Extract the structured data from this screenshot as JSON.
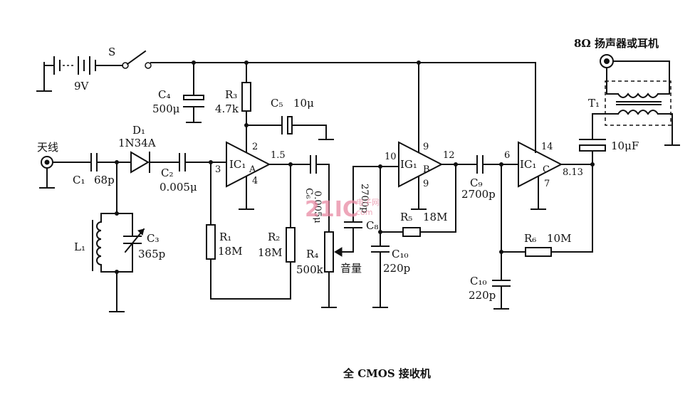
{
  "caption": "全 CMOS 接收机",
  "watermark": {
    "brand": "21IC",
    "site": "电子网",
    "domain": "com"
  },
  "labels": {
    "battery": "9V",
    "switch": "S",
    "antenna": "天线",
    "speaker": "8Ω 扬声器或耳机",
    "transformer": "T₁",
    "volume": "音量"
  },
  "components": {
    "C1": {
      "name": "C₁",
      "value": "68p"
    },
    "D1": {
      "name": "D₁",
      "value": "1N34A"
    },
    "C2": {
      "name": "C₂",
      "value": "0.005μ"
    },
    "L1": {
      "name": "L₁"
    },
    "C3": {
      "name": "C₃",
      "value": "365p"
    },
    "C4": {
      "name": "C₄",
      "value": "500μ"
    },
    "R3": {
      "name": "R₃",
      "value": "4.7k"
    },
    "C5": {
      "name": "C₅",
      "value": "10μ"
    },
    "R1": {
      "name": "R₁",
      "value": "18M"
    },
    "R2": {
      "name": "R₂",
      "value": "18M"
    },
    "C6": {
      "name": "C₆",
      "value": "0.005μ"
    },
    "R4": {
      "name": "R₄",
      "value": "500k"
    },
    "C8": {
      "name": "C₈",
      "value": "2700p"
    },
    "R5": {
      "name": "R₅",
      "value": "18M"
    },
    "C10a": {
      "name": "C₁₀",
      "value": "220p"
    },
    "C9": {
      "name": "C₉",
      "value": "2700p"
    },
    "R6": {
      "name": "R₆",
      "value": "10M"
    },
    "C10b": {
      "name": "C₁₀",
      "value": "220p"
    },
    "C11": {
      "value": "10μF"
    }
  },
  "ics": {
    "ICA": {
      "name": "IC₁",
      "sub": "A"
    },
    "ICB": {
      "name": "IG₁",
      "sub": "B"
    },
    "ICC": {
      "name": "IC₁",
      "sub": "C"
    }
  },
  "pins": {
    "a_in": "3",
    "a_top": "2",
    "a_bot": "4",
    "a_out": "1.5",
    "b_in": "10",
    "b_top": "9",
    "b_bot": "9",
    "b_out": "12",
    "c_in": "6",
    "c_top": "14",
    "c_bot": "7",
    "c_out": "8.13"
  }
}
